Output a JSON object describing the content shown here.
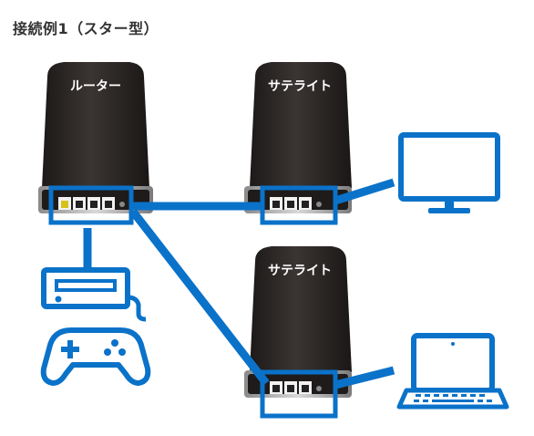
{
  "title": "接続例1（スター型）",
  "devices": {
    "router": {
      "label": "ルーター"
    },
    "satellite_top": {
      "label": "サテライト"
    },
    "satellite_bottom": {
      "label": "サテライト"
    }
  },
  "icons": {
    "monitor": "desktop-monitor-icon",
    "laptop": "laptop-icon",
    "game_console": "game-console-icon",
    "gamepad": "gamepad-icon"
  },
  "colors": {
    "connection_blue": "#0a72c9",
    "device_body": "#2a2624",
    "port_white": "#f2f2f2",
    "title_text": "#333333"
  }
}
